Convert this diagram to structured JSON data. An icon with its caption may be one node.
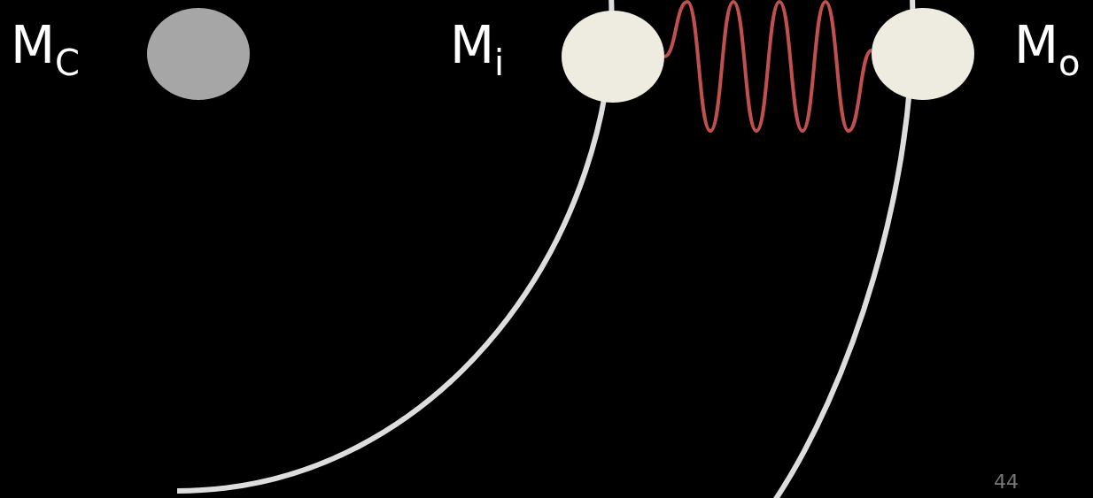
{
  "diagram": {
    "nodes": [
      {
        "text": [],
        "shape": "circle",
        "beside": [
          "M$_{C}$"
        ]
      },
      {
        "text": [],
        "shape": "circle",
        "beside": [
          "M$_{i}$"
        ]
      },
      {
        "text": [],
        "shape": "circle",
        "beside": [
          "M$_{o}$"
        ]
      }
    ],
    "edges": [
      {
        "from": 1,
        "to": 2,
        "arrow": "none"
      }
    ],
    "labels": [
      "44"
    ]
  }
}
